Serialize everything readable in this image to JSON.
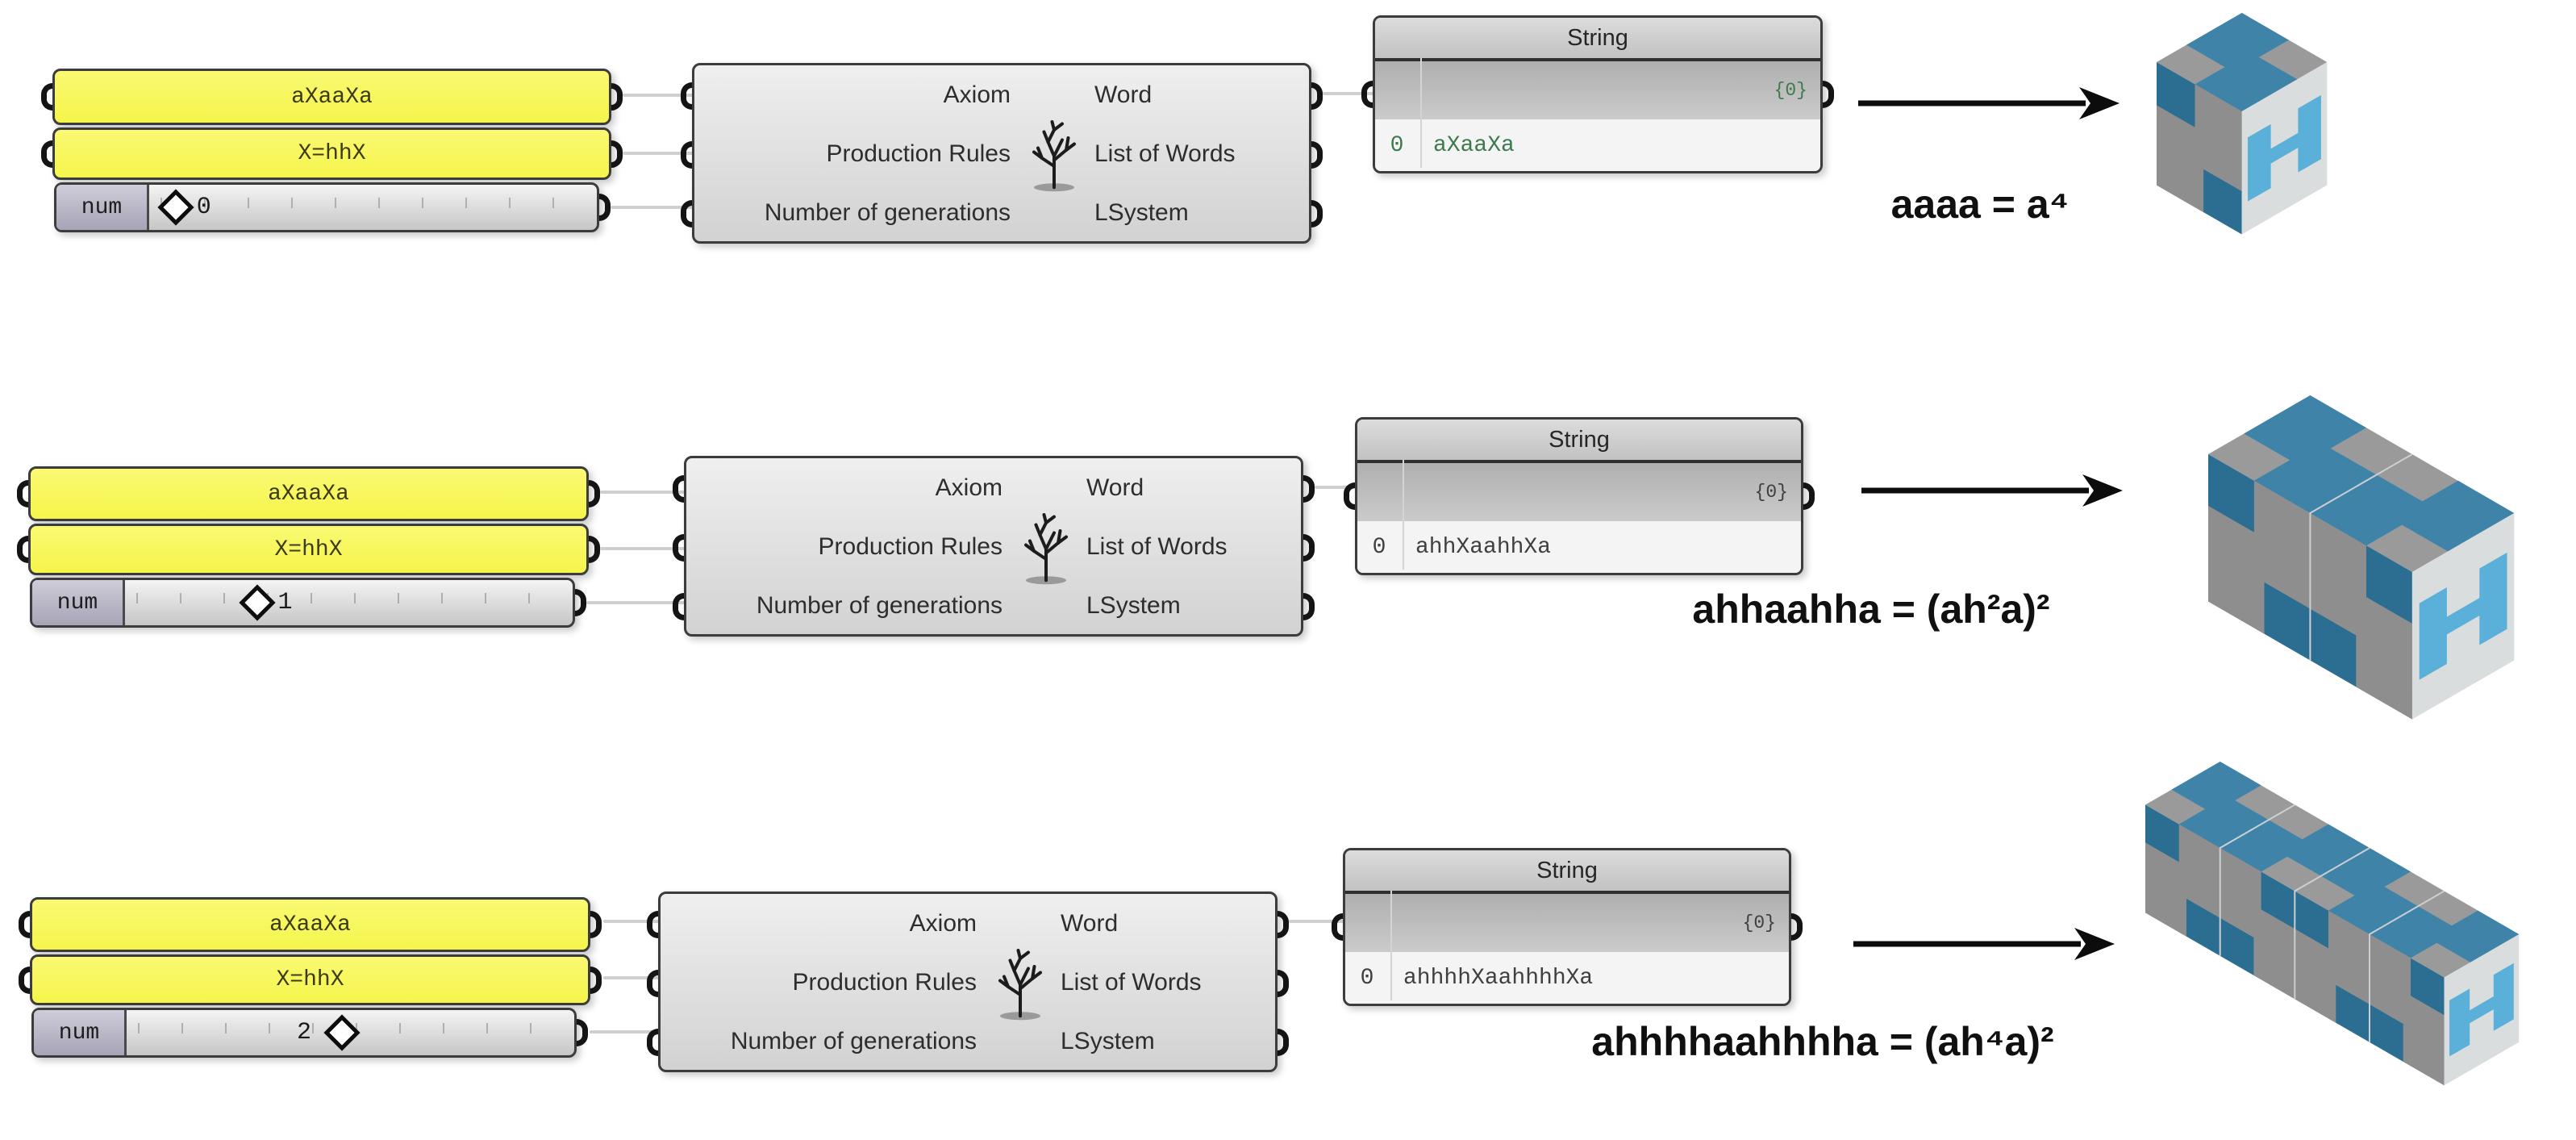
{
  "colors": {
    "panel_yellow": "#F7F75F",
    "value_green": "#3E7A4F",
    "value_dark": "#3F3F3F",
    "wire": "#CFCFCF",
    "cube": {
      "top_gray": "#9A9A9A",
      "top_blue": "#3F84A8",
      "side_blue": "#2C6E92",
      "side_gray": "#8E8E8E",
      "cap_light": "#DADDDD",
      "cap_blue": "#5AB0D8",
      "seam": "#C9CFD2"
    }
  },
  "lsystem": {
    "inputs": [
      "Axiom",
      "Production Rules",
      "Number of generations"
    ],
    "outputs": [
      "Word",
      "List of Words",
      "LSystem"
    ],
    "icon": "lsystem-tree-icon"
  },
  "string_panel_title": "String",
  "rows": [
    {
      "axiom": "aXaaXa",
      "rules": "X=hhX",
      "slider": {
        "label": "num",
        "value": "0",
        "pos": 0.06,
        "value_side": "right"
      },
      "string": {
        "path": "{0}",
        "index": "0",
        "value": "aXaaXa",
        "color": "#3E7A4F"
      },
      "formula": "aaaa = a⁴",
      "cube": {
        "units": 1,
        "scale": 122
      }
    },
    {
      "axiom": "aXaaXa",
      "rules": "X=hhX",
      "slider": {
        "label": "num",
        "value": "1",
        "pos": 0.3,
        "value_side": "right"
      },
      "string": {
        "path": "{0}",
        "index": "0",
        "value": "ahhXaahhXa",
        "color": "#3F3F3F"
      },
      "formula": "ahhaahha = (ah²a)²",
      "cube": {
        "units": 2,
        "scale": 146
      }
    },
    {
      "axiom": "aXaaXa",
      "rules": "X=hhX",
      "slider": {
        "label": "num",
        "value": "2",
        "pos": 0.49,
        "value_side": "left"
      },
      "string": {
        "path": "{0}",
        "index": "0",
        "value": "ahhhhXaahhhhXa",
        "color": "#3F3F3F"
      },
      "formula": "ahhhhaahhhha = (ah⁴a)²",
      "cube": {
        "units": 4,
        "scale": 107
      }
    }
  ]
}
